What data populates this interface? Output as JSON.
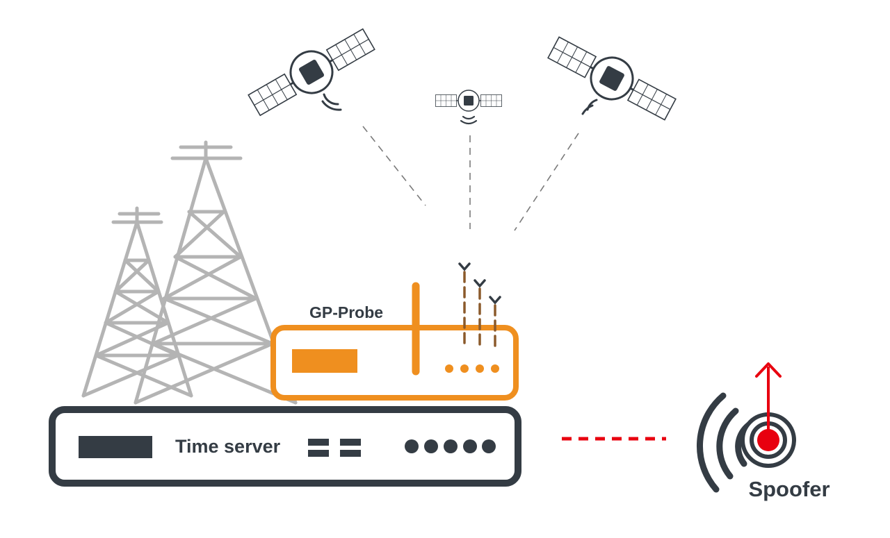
{
  "labels": {
    "gp_probe": "GP-Probe",
    "time_server": "Time server",
    "spoofer": "Spoofer"
  },
  "colors": {
    "dark": "#343c44",
    "orange": "#ef8f1f",
    "tower_gray": "#b4b4b4",
    "spoofer_red": "#e8000f",
    "antenna_brown": "#8b5a2b",
    "dashed_gray": "#7a7a7a"
  },
  "icons": [
    "satellite-icon",
    "transmission-tower-icon",
    "antenna-icon",
    "spoofer-signal-icon"
  ]
}
